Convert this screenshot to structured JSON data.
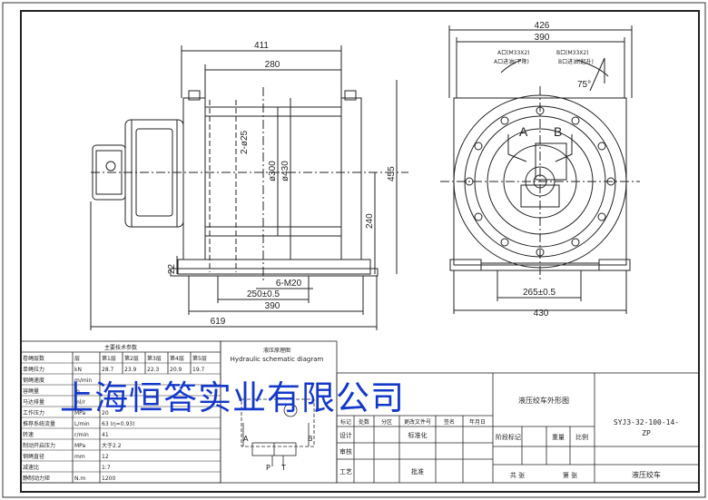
{
  "dimensions": {
    "side_view": {
      "top_overall": "411",
      "top_inner": "280",
      "drum_core": "2-ø25",
      "drum_dia": "ø300",
      "flange_dia": "ø430",
      "height_total": "455",
      "height_center": "240",
      "base": "22",
      "bolt_holes": "6-M20",
      "hole_spacing": "250±0.5",
      "base_width": "390",
      "total_length": "619"
    },
    "front_view": {
      "overall_width": "426",
      "flange_width": "390",
      "port_a": "A口(M33X2)",
      "port_a_note": "A口进油(下降)",
      "port_b": "B口(M33X2)",
      "port_b_note": "B口进油(起升)",
      "angle": "75°",
      "label_a": "A",
      "label_b": "B",
      "hole_spacing": "265±0.5",
      "base_width": "430"
    }
  },
  "spec_table": {
    "title": "主要技术参数",
    "rows": [
      {
        "name": "卷绳层数",
        "unit": "层",
        "values": [
          "第1层",
          "第2层",
          "第3层",
          "第4层",
          "第5层"
        ]
      },
      {
        "name": "单绳拉力",
        "unit": "kN",
        "values": [
          "28.7",
          "23.9",
          "22.3",
          "20.9",
          "19.7"
        ]
      },
      {
        "name": "钢绳速度",
        "unit": "m/min",
        "values": [
          "",
          "",
          "",
          "",
          ""
        ]
      },
      {
        "name": "容绳量",
        "unit": "m",
        "values": [
          "",
          "",
          "",
          "",
          ""
        ]
      },
      {
        "name": "马达排量",
        "unit": "ml/r",
        "values": [
          "",
          "",
          "",
          "",
          ""
        ]
      },
      {
        "name": "工作压力",
        "unit": "MPa",
        "values": [
          "20",
          "",
          "",
          "",
          ""
        ]
      },
      {
        "name": "推荐系统流量",
        "unit": "L/min",
        "values": [
          "63 (η=0.93)",
          "",
          "",
          "",
          ""
        ]
      },
      {
        "name": "转速",
        "unit": "r/min",
        "values": [
          "41",
          "",
          "",
          "",
          ""
        ]
      },
      {
        "name": "制动开启压力",
        "unit": "MPa",
        "values": [
          "大于2.2",
          "",
          "",
          "",
          ""
        ]
      },
      {
        "name": "钢绳直径",
        "unit": "mm",
        "values": [
          "12",
          "",
          "",
          "",
          ""
        ]
      },
      {
        "name": "减速比",
        "unit": "",
        "values": [
          "1:7",
          "",
          "",
          "",
          ""
        ]
      },
      {
        "name": "静制动力矩",
        "unit": "N.m",
        "values": [
          "1200",
          "",
          "",
          "",
          ""
        ]
      }
    ]
  },
  "hydraulic": {
    "title_cn": "液压原理图",
    "title_en": "Hydraulic schematic diagram",
    "port_a": "A",
    "port_b": "B",
    "port_p": "P",
    "port_t": "T"
  },
  "watermark": "上海恒答实业有限公司",
  "title_block": {
    "drawing_name": "液压绞车外形图",
    "drawing_number": "SYJ3-32-100-14-ZP",
    "product_name": "液压绞车",
    "col_headers": [
      "标记",
      "处数",
      "分区",
      "更改文件号",
      "签名",
      "年月日"
    ],
    "roles": [
      "设计",
      "审核",
      "工艺"
    ],
    "std_label": "标准化",
    "approve_label": "批准",
    "stage_label": "阶段标记",
    "weight_label": "重量",
    "scale_label": "比例",
    "sheets_label": "共  张",
    "sheet_label": "第  张"
  }
}
